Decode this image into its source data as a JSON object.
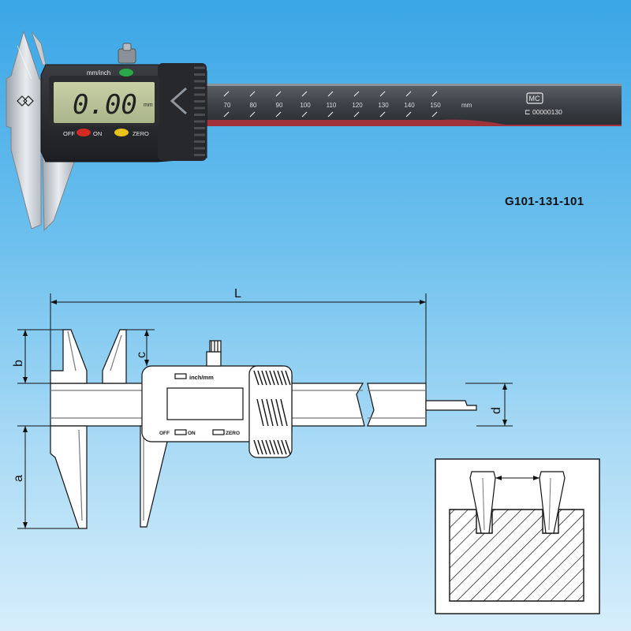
{
  "product": {
    "model_code": "G101-131-101",
    "display_unit_toggle_label": "mm/inch",
    "display_reading": "0.00",
    "display_unit": "mm",
    "buttons": {
      "off_label": "OFF",
      "on_label": "ON",
      "zero_label": "ZERO"
    },
    "button_colors": {
      "unit_toggle": "#2aa84a",
      "on_off": "#d42a22",
      "zero": "#e6c21a"
    },
    "scale_numbers": [
      "70",
      "80",
      "90",
      "100",
      "110",
      "120",
      "130",
      "140",
      "150"
    ],
    "scale_unit": "mm",
    "cmc_mark": "MC",
    "license_number": "00000130",
    "brand_logo_icon": "double-diamond-logo-icon"
  },
  "drawing": {
    "dimension_labels": {
      "length": "L",
      "outer_jaw_depth": "a",
      "inner_jaw_depth": "b",
      "inner_jaw_depth_2": "c",
      "depth_rod": "d"
    },
    "display_unit_label": "inch/mm",
    "button_labels": {
      "off_on": "OFF",
      "on": "ON",
      "zero": "ZERO"
    }
  },
  "inset": {
    "illustration_name": "groove-measurement-illustration"
  }
}
